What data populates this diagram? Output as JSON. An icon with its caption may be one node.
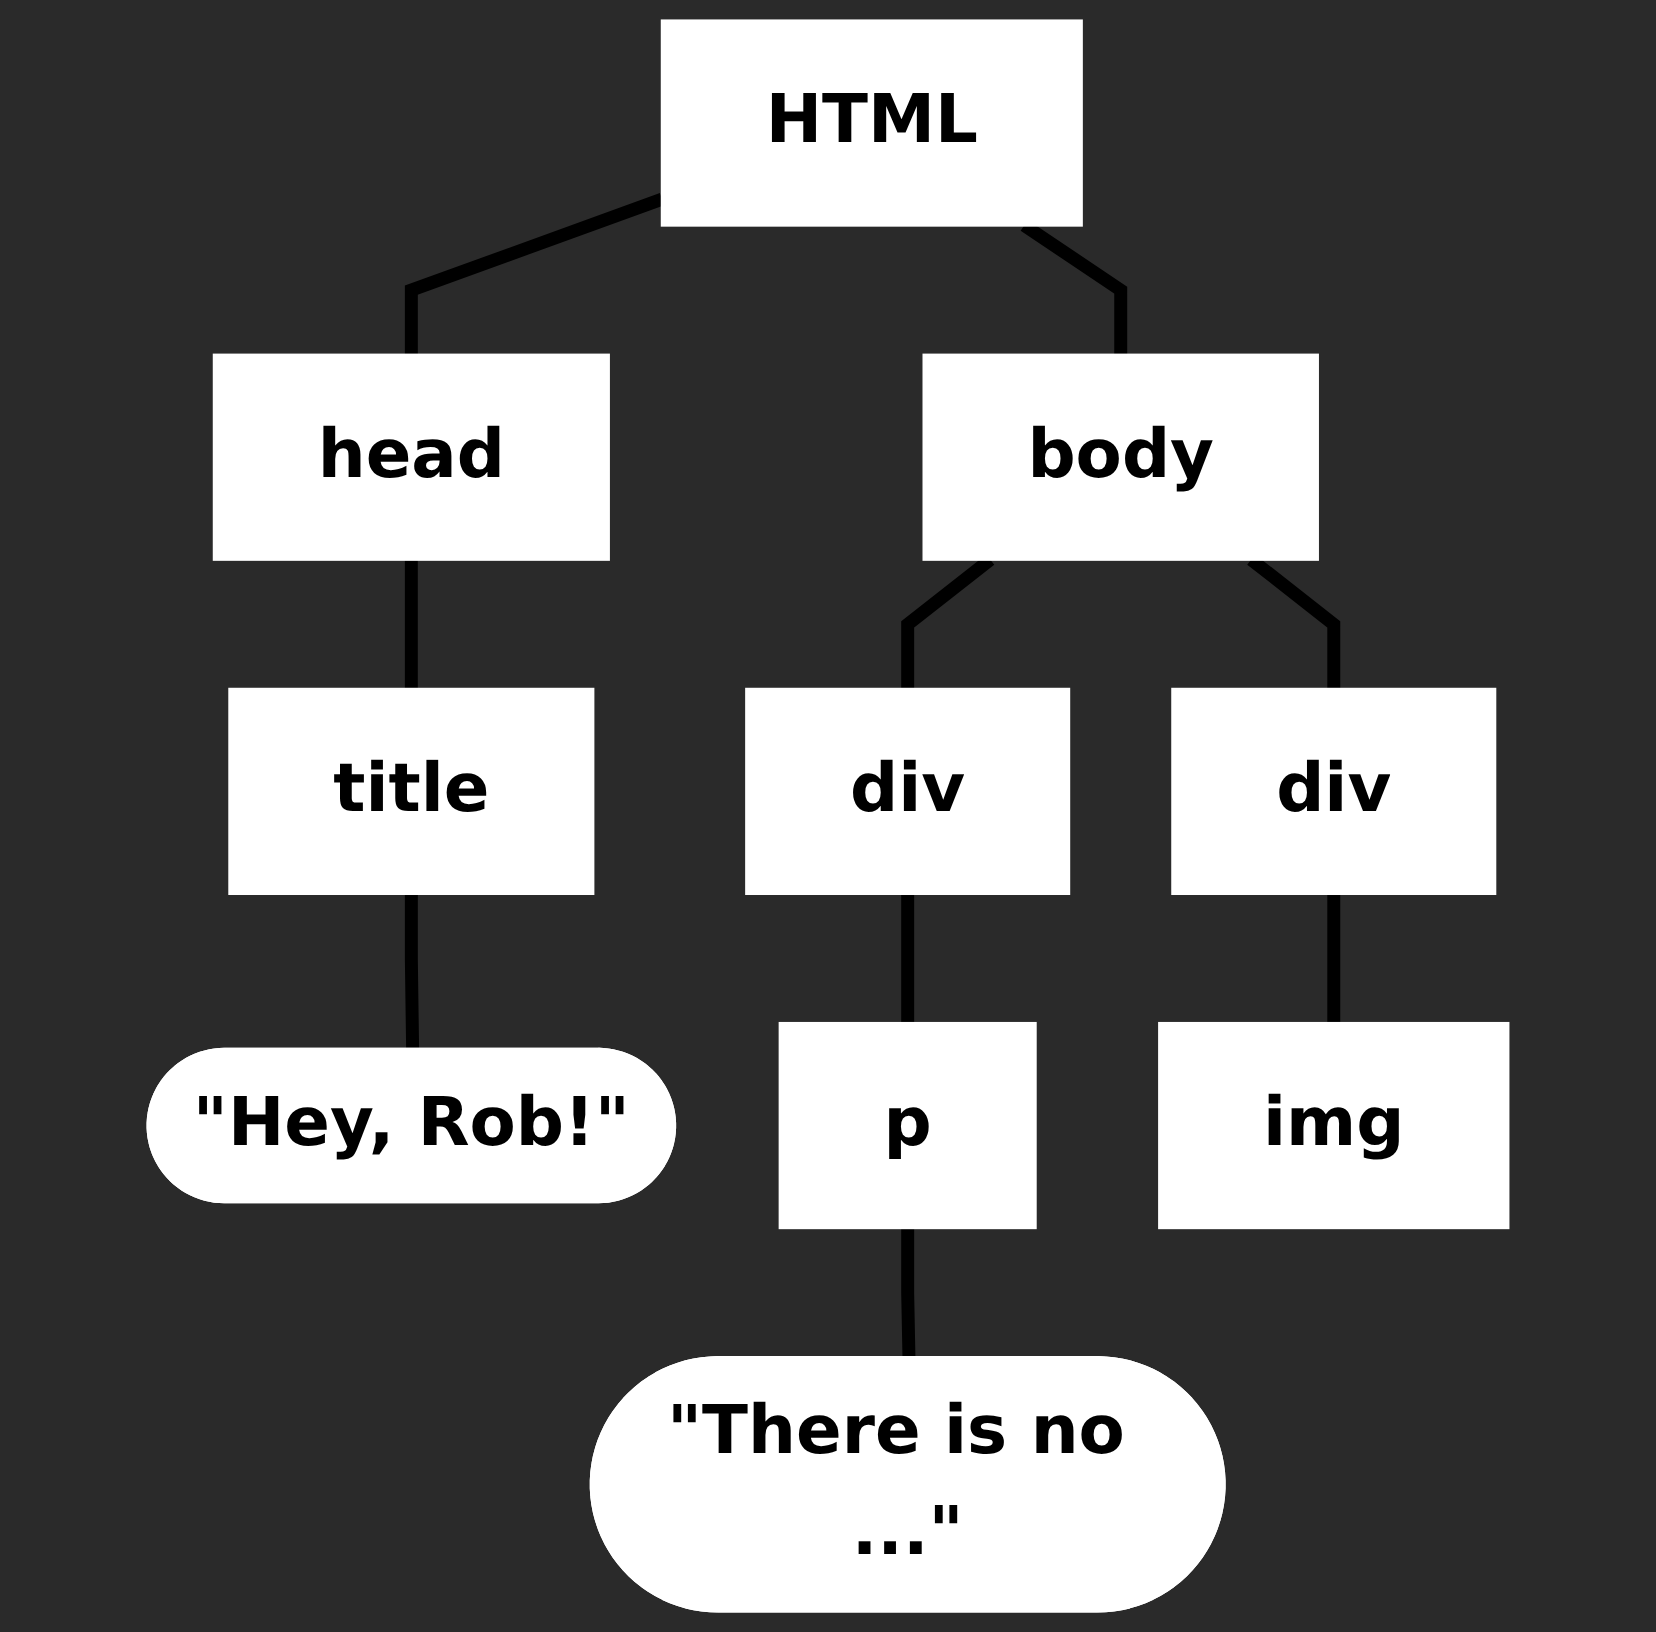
{
  "diagram": {
    "nodes": [
      {
        "text": [
          "HTML"
        ]
      },
      {
        "text": [
          "head"
        ]
      },
      {
        "text": [
          "body"
        ]
      },
      {
        "text": [
          "title"
        ]
      },
      {
        "text": [
          "div"
        ]
      },
      {
        "text": [
          "div"
        ]
      },
      {
        "text": [
          "\"Hey, Rob!\""
        ]
      },
      {
        "text": [
          "p"
        ]
      },
      {
        "text": [
          "img"
        ]
      },
      {
        "text": [
          "\"There is no ...\""
        ]
      }
    ],
    "edges": [
      {
        "from": 0,
        "to": 1,
        "arrow": "none"
      },
      {
        "from": 0,
        "to": 2,
        "arrow": "none"
      },
      {
        "from": 1,
        "to": 3,
        "arrow": "none"
      },
      {
        "from": 2,
        "to": 4,
        "arrow": "none"
      },
      {
        "from": 2,
        "to": 5,
        "arrow": "none"
      },
      {
        "from": 3,
        "to": 6,
        "arrow": "none"
      },
      {
        "from": 4,
        "to": 7,
        "arrow": "none"
      },
      {
        "from": 5,
        "to": 8,
        "arrow": "none"
      },
      {
        "from": 7,
        "to": 9,
        "arrow": "none"
      }
    ]
  }
}
